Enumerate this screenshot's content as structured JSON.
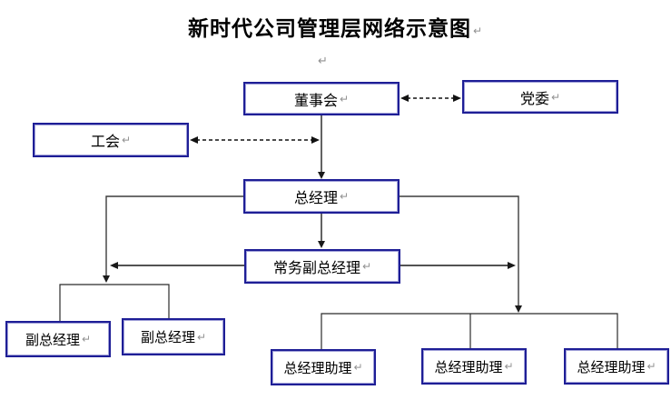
{
  "title": {
    "text": "新时代公司管理层网络示意图"
  },
  "marks": {
    "paragraph_mark": "↵"
  },
  "colors": {
    "box_border": "#1e1e96",
    "box_border_inner": "#a0a0d8",
    "connector": "#3c3c3c",
    "dashed_connector": "#111111",
    "text": "#000000",
    "paragraph_mark": "#919191"
  },
  "nodes": {
    "board": {
      "label": "董事会"
    },
    "party_committee": {
      "label": "党委"
    },
    "labor_union": {
      "label": "工会"
    },
    "general_manager": {
      "label": "总经理"
    },
    "executive_deputy_gm": {
      "label": "常务副总经理"
    },
    "deputy_gm_1": {
      "label": "副总经理"
    },
    "deputy_gm_2": {
      "label": "副总经理"
    },
    "gm_assistant_1": {
      "label": "总经理助理"
    },
    "gm_assistant_2": {
      "label": "总经理助理"
    },
    "gm_assistant_3": {
      "label": "总经理助理"
    }
  }
}
